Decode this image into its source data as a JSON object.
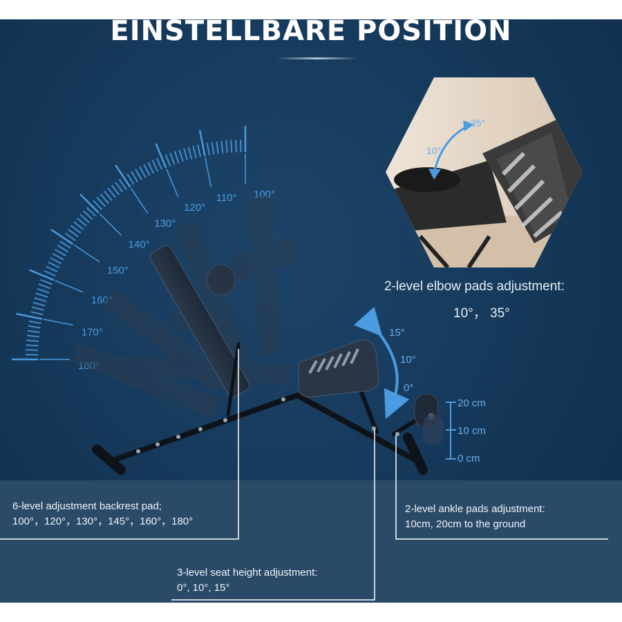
{
  "title": "EINSTELLBARE POSITION",
  "backrest_scale": {
    "labels": [
      "100°",
      "110°",
      "120°",
      "130°",
      "140°",
      "150°",
      "160°",
      "170°",
      "180°"
    ]
  },
  "elbow": {
    "angle_labels": [
      "35°",
      "10°"
    ],
    "caption": "2-level elbow pads adjustment:",
    "values": "10°，  35°"
  },
  "seat_angles": [
    "15°",
    "10°",
    "0°"
  ],
  "ankle_heights": [
    "20 cm",
    "10 cm",
    "0 cm"
  ],
  "callouts": {
    "backrest": {
      "line1": "6-level adjustment backrest pad;",
      "line2": "100°，120°，130°，145°，160°，180°"
    },
    "ankle": {
      "line1": "2-level ankle pads adjustment:",
      "line2": "10cm, 20cm to the ground"
    },
    "seat": {
      "line1": "3-level seat height adjustment:",
      "line2": "0°, 10°, 15°"
    }
  },
  "colors": {
    "background": "#163a5c",
    "accent_blue": "#4a9be0",
    "band": "#2a4a68",
    "text": "#ffffff"
  }
}
